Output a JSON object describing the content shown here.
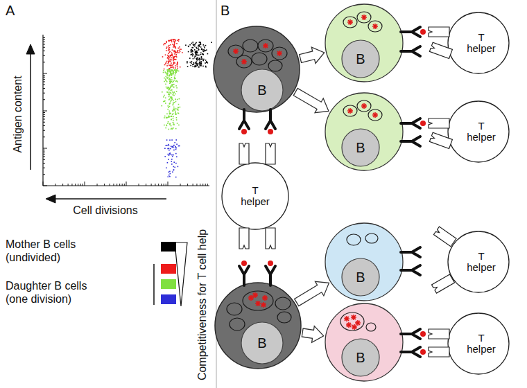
{
  "diagram": {
    "nodes": [
      {
        "text": [
          "B"
        ]
      },
      {
        "text": [
          "T helper"
        ]
      },
      {
        "text": [
          "B"
        ]
      },
      {
        "text": [
          "B"
        ]
      },
      {
        "text": [
          "T helper"
        ]
      },
      {
        "text": [
          "B"
        ]
      },
      {
        "text": [
          "T helper"
        ]
      },
      {
        "text": [
          "B"
        ]
      },
      {
        "text": [
          "T helper"
        ]
      },
      {
        "text": [
          "B"
        ]
      },
      {
        "text": [
          "T helper"
        ]
      }
    ],
    "edges": [
      {
        "from": 0,
        "to": 3,
        "arrow": "to"
      },
      {
        "from": 0,
        "to": 5,
        "arrow": "to"
      },
      {
        "from": 2,
        "to": 7,
        "arrow": "to"
      },
      {
        "from": 2,
        "to": 9,
        "arrow": "to"
      }
    ],
    "labels": [
      "A",
      "B",
      "Antigen content",
      "Cell divisions",
      "Competitiveness for T cell help"
    ],
    "legend": [
      {
        "text": "Mother B cells (undivided)",
        "color": "#000000"
      },
      {
        "text": "Daughter B cells (one division)",
        "color": "#ee1c1c"
      }
    ]
  }
}
